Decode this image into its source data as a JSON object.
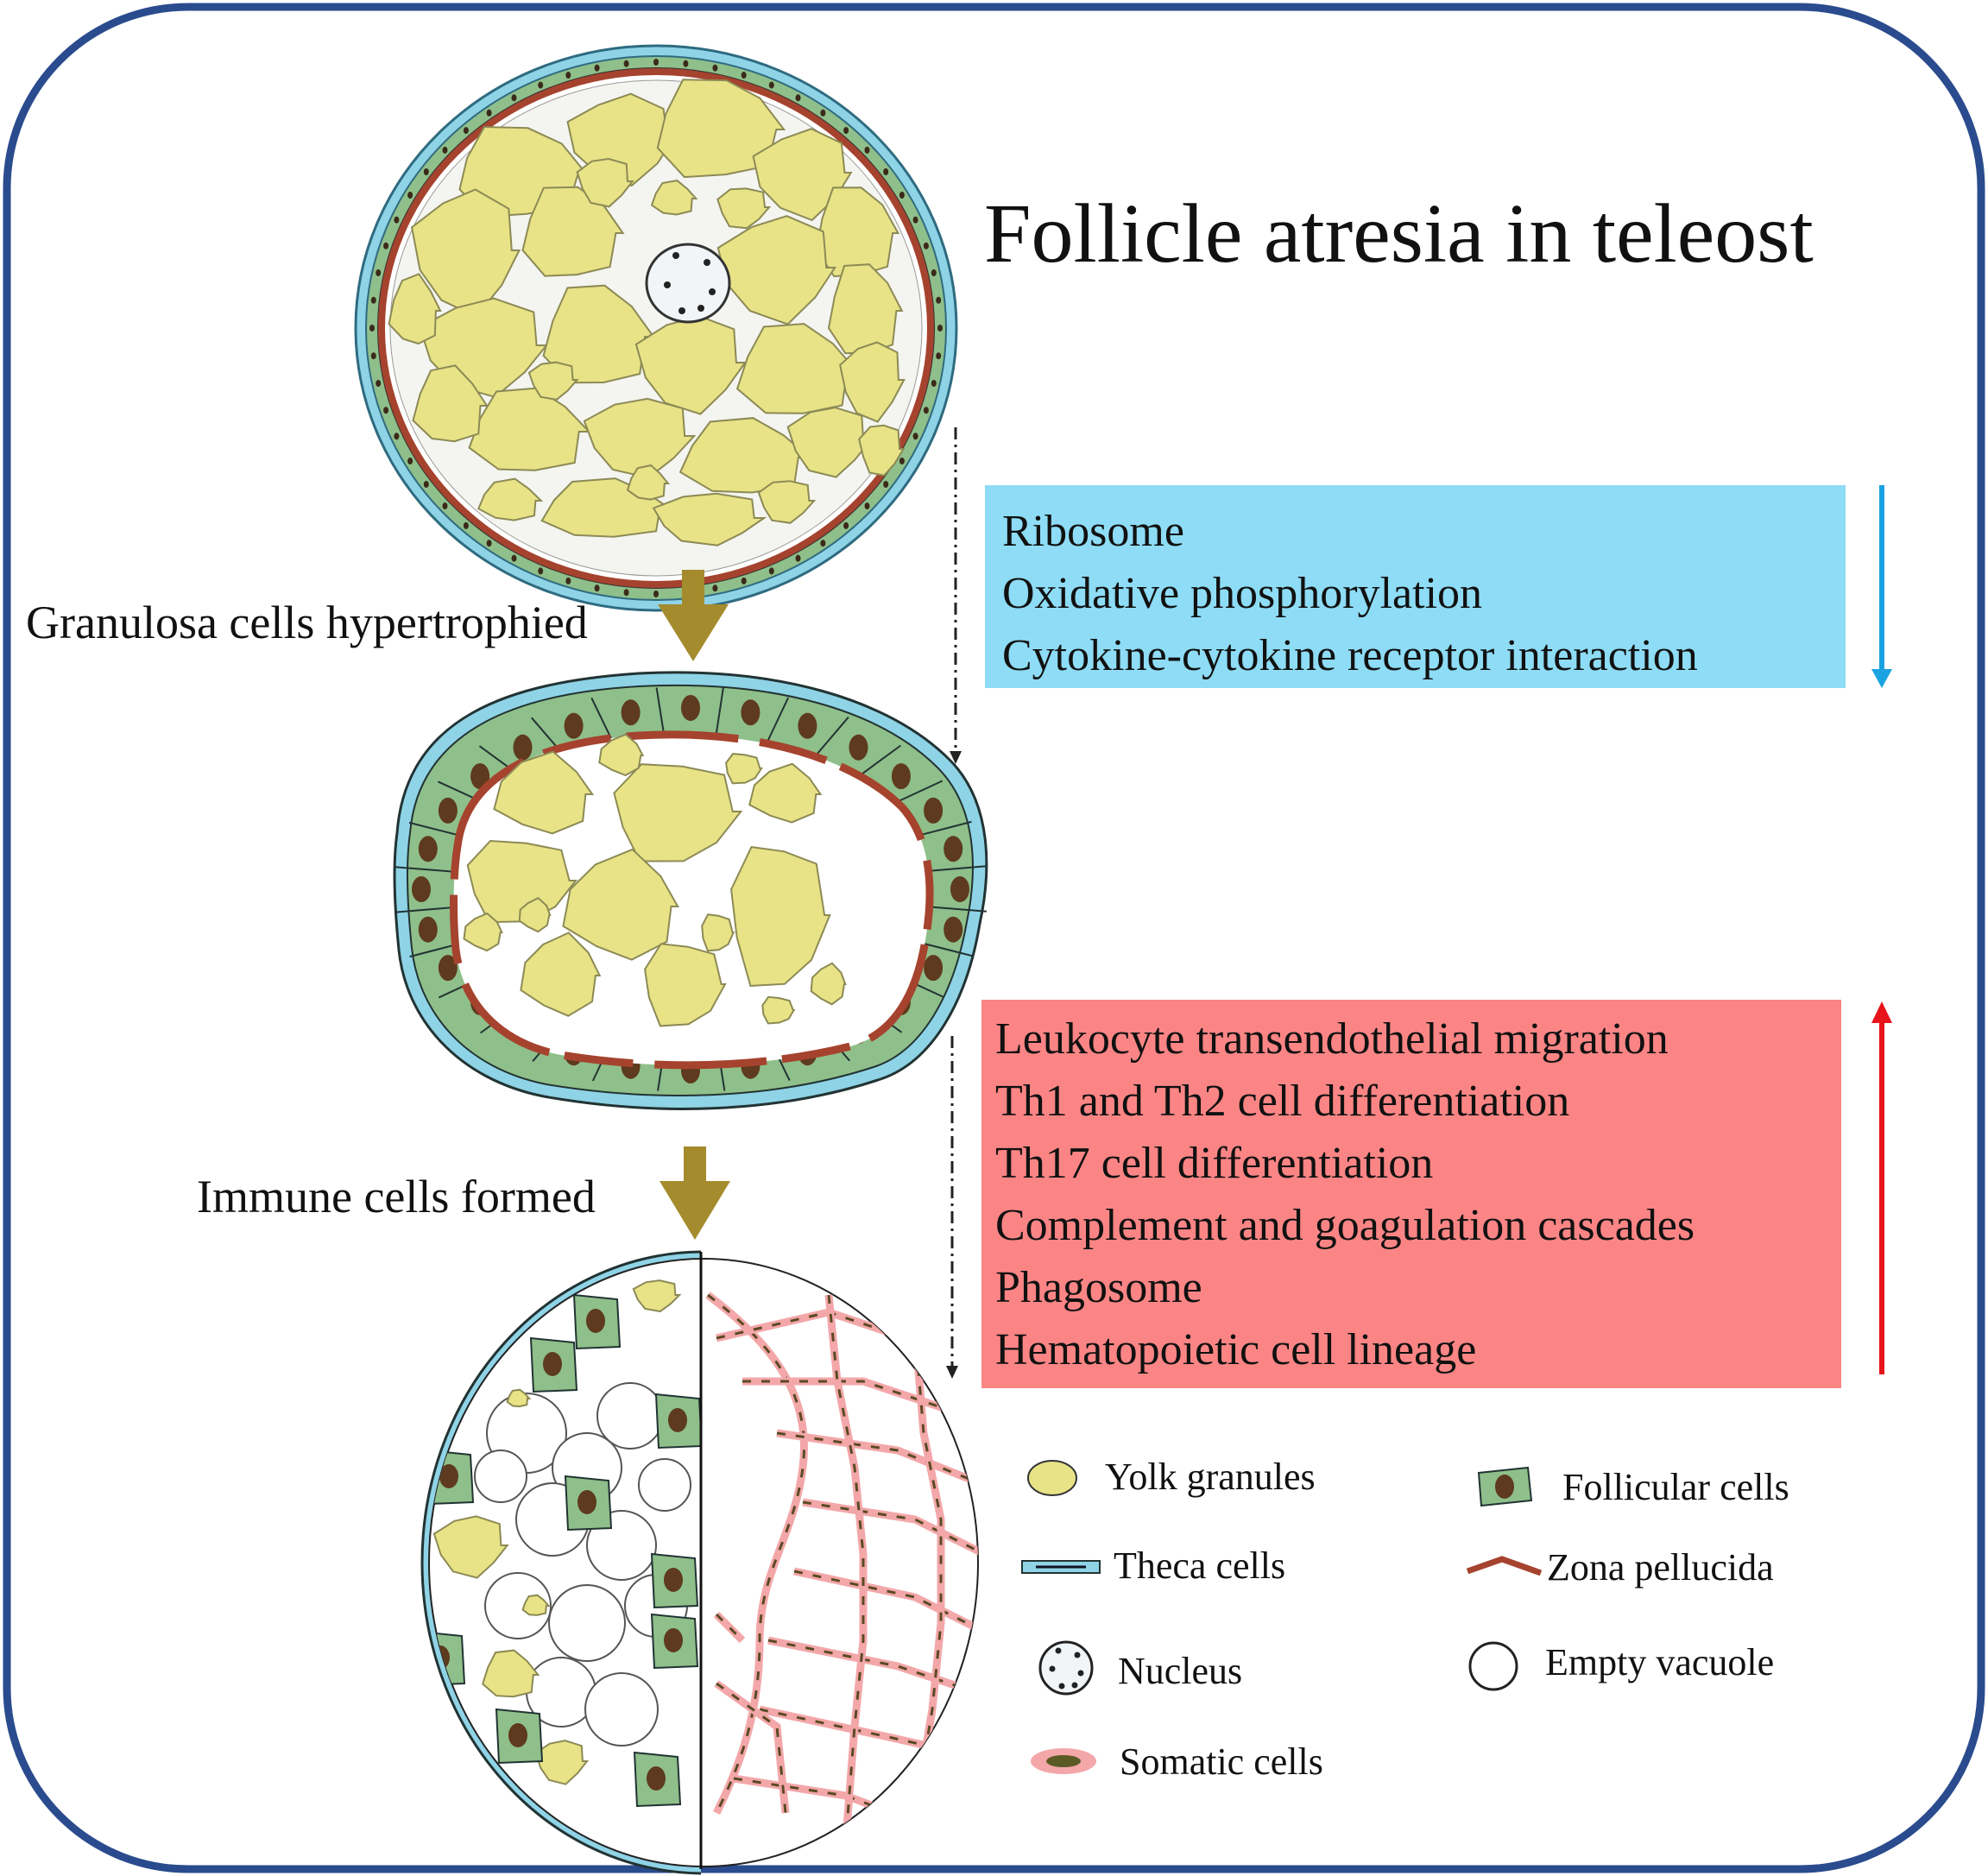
{
  "title": "Follicle atresia in teleost",
  "transitions": {
    "step1": "Granulosa cells hypertrophied",
    "step2": "Immune cells formed"
  },
  "downregulated": {
    "items": [
      "Ribosome",
      "Oxidative phosphorylation",
      "Cytokine-cytokine receptor interaction"
    ],
    "color": "#8edcf5",
    "arrow_color": "#1aa3e0"
  },
  "upregulated": {
    "items": [
      "Leukocyte transendothelial migration",
      "Th1 and Th2 cell differentiation",
      "Th17 cell differentiation",
      "Complement and goagulation cascades",
      "Phagosome",
      "Hematopoietic cell lineage"
    ],
    "color": "#fb8585",
    "arrow_color": "#e8141c"
  },
  "legend": {
    "yolk": "Yolk granules",
    "follicular": "Follicular cells",
    "theca": "Theca cells",
    "zona": "Zona pellucida",
    "nucleus": "Nucleus",
    "vacuole": "Empty vacuole",
    "somatic": "Somatic cells"
  },
  "colors": {
    "frame": "#2a4b8d",
    "yolk": "#e8e387",
    "follicular": "#8fbf8a",
    "theca": "#8fd3e6",
    "zona": "#a5432e",
    "somatic": "#f3a7a9",
    "arrow": "#a48b2d"
  }
}
